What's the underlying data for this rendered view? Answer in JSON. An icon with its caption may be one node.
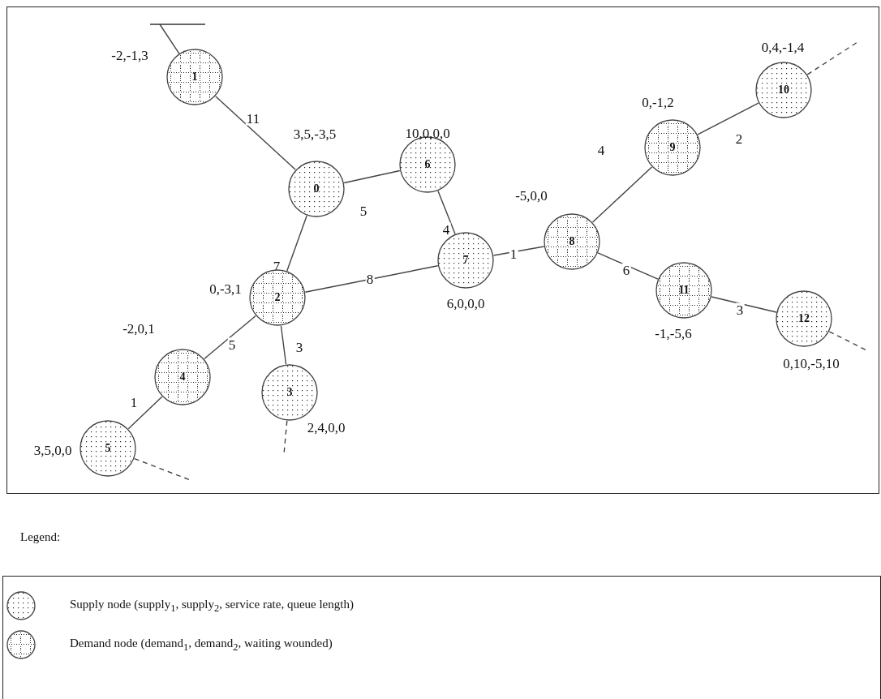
{
  "diagram": {
    "nodes": [
      {
        "text": [
          "0"
        ],
        "beside": [
          "3,5,-3,5"
        ]
      },
      {
        "text": [
          "1"
        ],
        "beside": [
          "-2,-1,3"
        ]
      },
      {
        "text": [
          "2"
        ],
        "beside": [
          "0,-3,1"
        ]
      },
      {
        "text": [
          "3"
        ],
        "beside": [
          "2,4,0,0"
        ]
      },
      {
        "text": [
          "4"
        ],
        "beside": [
          "-2,0,1"
        ]
      },
      {
        "text": [
          "5"
        ],
        "beside": [
          "3,5,0,0"
        ]
      },
      {
        "text": [
          "6"
        ],
        "beside": [
          "10,0,0,0"
        ]
      },
      {
        "text": [
          "7"
        ],
        "beside": [
          "6,0,0,0"
        ]
      },
      {
        "text": [
          "8"
        ],
        "beside": [
          "-5,0,0"
        ]
      },
      {
        "text": [
          "9"
        ],
        "beside": [
          "0,-1,2"
        ]
      },
      {
        "text": [
          "10"
        ],
        "beside": [
          "0,4,-1,4"
        ]
      },
      {
        "text": [
          "11"
        ],
        "beside": [
          "-1,-5,6"
        ]
      },
      {
        "text": [
          "12"
        ],
        "beside": [
          "0,10,-5,10"
        ]
      }
    ],
    "edges": [
      {
        "from": 1,
        "to": null,
        "arrow": "other"
      },
      {
        "from": 1,
        "to": 0,
        "arrow": "none",
        "label": "11"
      },
      {
        "from": 0,
        "to": 6,
        "arrow": "none",
        "label": "5"
      },
      {
        "from": 0,
        "to": 2,
        "arrow": "none",
        "label": "7"
      },
      {
        "from": 6,
        "to": 7,
        "arrow": "none",
        "label": "4"
      },
      {
        "from": 2,
        "to": 7,
        "arrow": "none",
        "label": "8"
      },
      {
        "from": 7,
        "to": 8,
        "arrow": "none",
        "label": "1"
      },
      {
        "from": 8,
        "to": 9,
        "arrow": "none",
        "label": "4"
      },
      {
        "from": 9,
        "to": 10,
        "arrow": "none",
        "label": "2"
      },
      {
        "from": 10,
        "to": null,
        "arrow": "none",
        "style": "dashed"
      },
      {
        "from": 8,
        "to": 11,
        "arrow": "none",
        "label": "6"
      },
      {
        "from": 11,
        "to": 12,
        "arrow": "none",
        "label": "3"
      },
      {
        "from": 12,
        "to": null,
        "arrow": "none",
        "style": "dashed"
      },
      {
        "from": 2,
        "to": 3,
        "arrow": "none",
        "label": "3"
      },
      {
        "from": 3,
        "to": null,
        "arrow": "none",
        "style": "dashed"
      },
      {
        "from": 2,
        "to": 4,
        "arrow": "none",
        "label": "5"
      },
      {
        "from": 4,
        "to": 5,
        "arrow": "none",
        "label": "1"
      },
      {
        "from": 5,
        "to": null,
        "arrow": "none",
        "style": "dashed"
      }
    ],
    "labels": [
      "Legend:"
    ],
    "legend": [
      {
        "text": "Supply node (supply$_{1}$, supply$_{2}$, service rate, queue length)"
      },
      {
        "text": "Demand node (demand$_{1}$, demand$_{2}$, waiting wounded)"
      }
    ]
  }
}
